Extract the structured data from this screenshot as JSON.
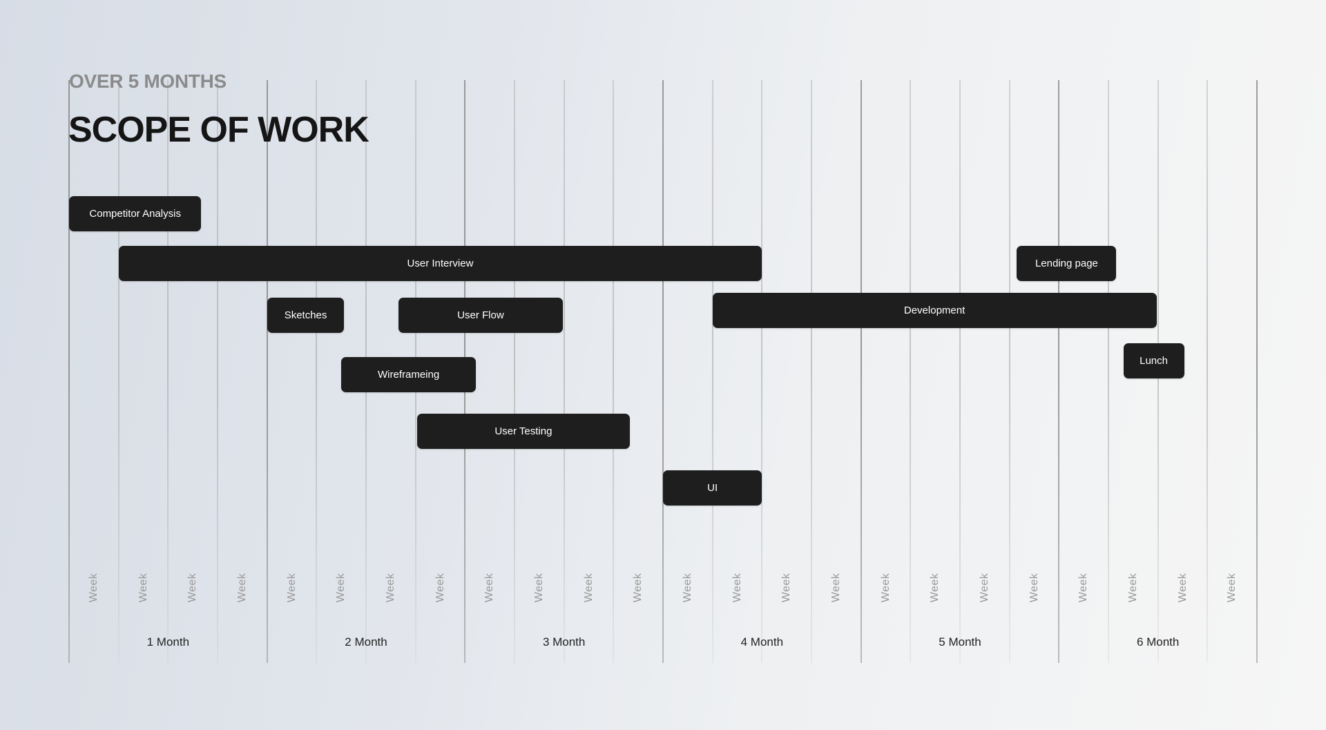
{
  "header": {
    "subtitle": "OVER 5 MONTHS",
    "title": "SCOPE OF WORK"
  },
  "chart_data": {
    "type": "gantt",
    "title": "SCOPE OF WORK",
    "subtitle": "OVER 5 MONTHS",
    "x_unit": "week",
    "xlim": [
      0,
      24
    ],
    "week_label": "Week",
    "week_count": 24,
    "months": [
      "1 Month",
      "2 Month",
      "3 Month",
      "4 Month",
      "5 Month",
      "6 Month"
    ],
    "tasks": [
      {
        "name": "Competitor Analysis",
        "start": 0,
        "end": 2.67
      },
      {
        "name": "User Interview",
        "start": 1,
        "end": 14
      },
      {
        "name": "Lending page",
        "start": 19.15,
        "end": 21.16
      },
      {
        "name": "Sketches",
        "start": 4,
        "end": 5.56
      },
      {
        "name": "User Flow",
        "start": 6.65,
        "end": 9.98
      },
      {
        "name": "Development",
        "start": 13,
        "end": 21.97
      },
      {
        "name": "Wireframeing",
        "start": 5.5,
        "end": 8.22
      },
      {
        "name": "Lunch",
        "start": 21.3,
        "end": 22.53
      },
      {
        "name": "User Testing",
        "start": 7.03,
        "end": 11.33
      },
      {
        "name": "UI",
        "start": 12,
        "end": 14
      }
    ],
    "colors": {
      "bar": "#1e1e1e",
      "bar_text": "#ffffff"
    }
  }
}
